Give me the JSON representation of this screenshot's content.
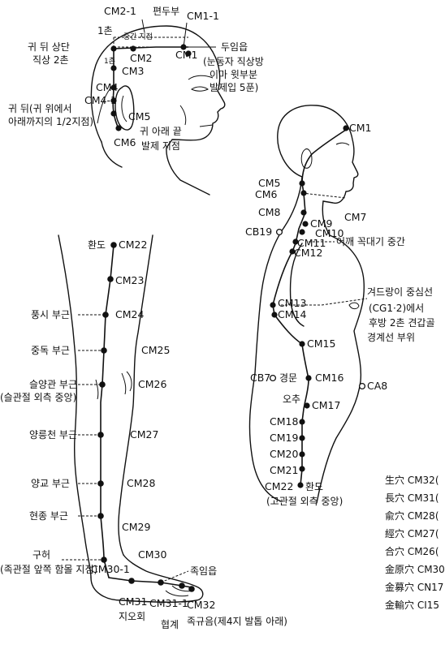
{
  "points": {
    "cm1": "CM1",
    "cm1_1": "CM1-1",
    "cm2": "CM2",
    "cm2_1": "CM2-1",
    "cm3": "CM3",
    "cm4": "CM4",
    "cm4_1": "CM4-1",
    "cm5": "CM5",
    "cm6": "CM6",
    "cm7": "CM7",
    "cm8": "CM8",
    "cm9": "CM9",
    "cm10": "CM10",
    "cm11": "CM11",
    "cm12": "CM12",
    "cm13": "CM13",
    "cm14": "CM14",
    "cm15": "CM15",
    "cm16": "CM16",
    "cm17": "CM17",
    "cm18": "CM18",
    "cm19": "CM19",
    "cm20": "CM20",
    "cm21": "CM21",
    "cm22": "CM22",
    "cm23": "CM23",
    "cm24": "CM24",
    "cm25": "CM25",
    "cm26": "CM26",
    "cm27": "CM27",
    "cm28": "CM28",
    "cm29": "CM29",
    "cm30": "CM30",
    "cm30_1": "CM30-1",
    "cm31": "CM31",
    "cm31_1": "CM31-1",
    "cm32": "CM32",
    "cb19": "CB19",
    "cb7": "CB7",
    "ca8": "CA8"
  },
  "head_labels": {
    "pyeondubu": "편두부",
    "one_chon_top": "1촌",
    "center_point": "중간 지점",
    "one_chon_side": "1촌",
    "behind_ear_top_1": "귀 뒤 상단",
    "behind_ear_top_2": "직상 2촌",
    "duimeup": "두임읍",
    "forehead_1": "(눈동자 직상방",
    "forehead_2": "이마 윗부분",
    "forehead_3": "발제입 5푼)",
    "behind_ear_1": "귀 뒤(귀 위에서",
    "behind_ear_2": "아래까지의 1/2지점)",
    "below_ear_1": "귀 아래 끝",
    "below_ear_2": "발제 지점"
  },
  "torso_labels": {
    "shoulder": "어깨 꼭대기 중간",
    "armpit_1": "겨드랑이 중심선",
    "armpit_2": "(CG1·2)에서",
    "armpit_3": "후방 2촌 견갑골",
    "armpit_4": "경계선 부위",
    "gyeongmun": "경문",
    "ochu": "오추",
    "hwando_torso": "환도",
    "hip_joint": "(고관절 외측 중앙)"
  },
  "leg_labels": {
    "hwando": "환도",
    "pungsi": "풍시 부근",
    "jungdok": "중독 부근",
    "seulyang_1": "슬양관 부근",
    "seulyang_2": "(슬관절 외측 중앙)",
    "yangneung": "양릉천 부근",
    "yanggyo": "양교 부근",
    "hyeonjong": "현종 부근",
    "guheo_1": "구허",
    "guheo_2": "(족관절 앞쪽 함몰 지점)",
    "jogimeup": "족임읍",
    "jiohoe": "지오회",
    "hyeopgye": "협계",
    "jogyueum": "족규음(제4지 발톱 아래)"
  },
  "legend": [
    "生穴 CM32(",
    "長穴 CM31(",
    "兪穴 CM28(",
    "經穴 CM27(",
    "合穴 CM26(",
    "金原穴 CM30",
    "金募穴 CN17",
    "金輸穴 CI15"
  ]
}
